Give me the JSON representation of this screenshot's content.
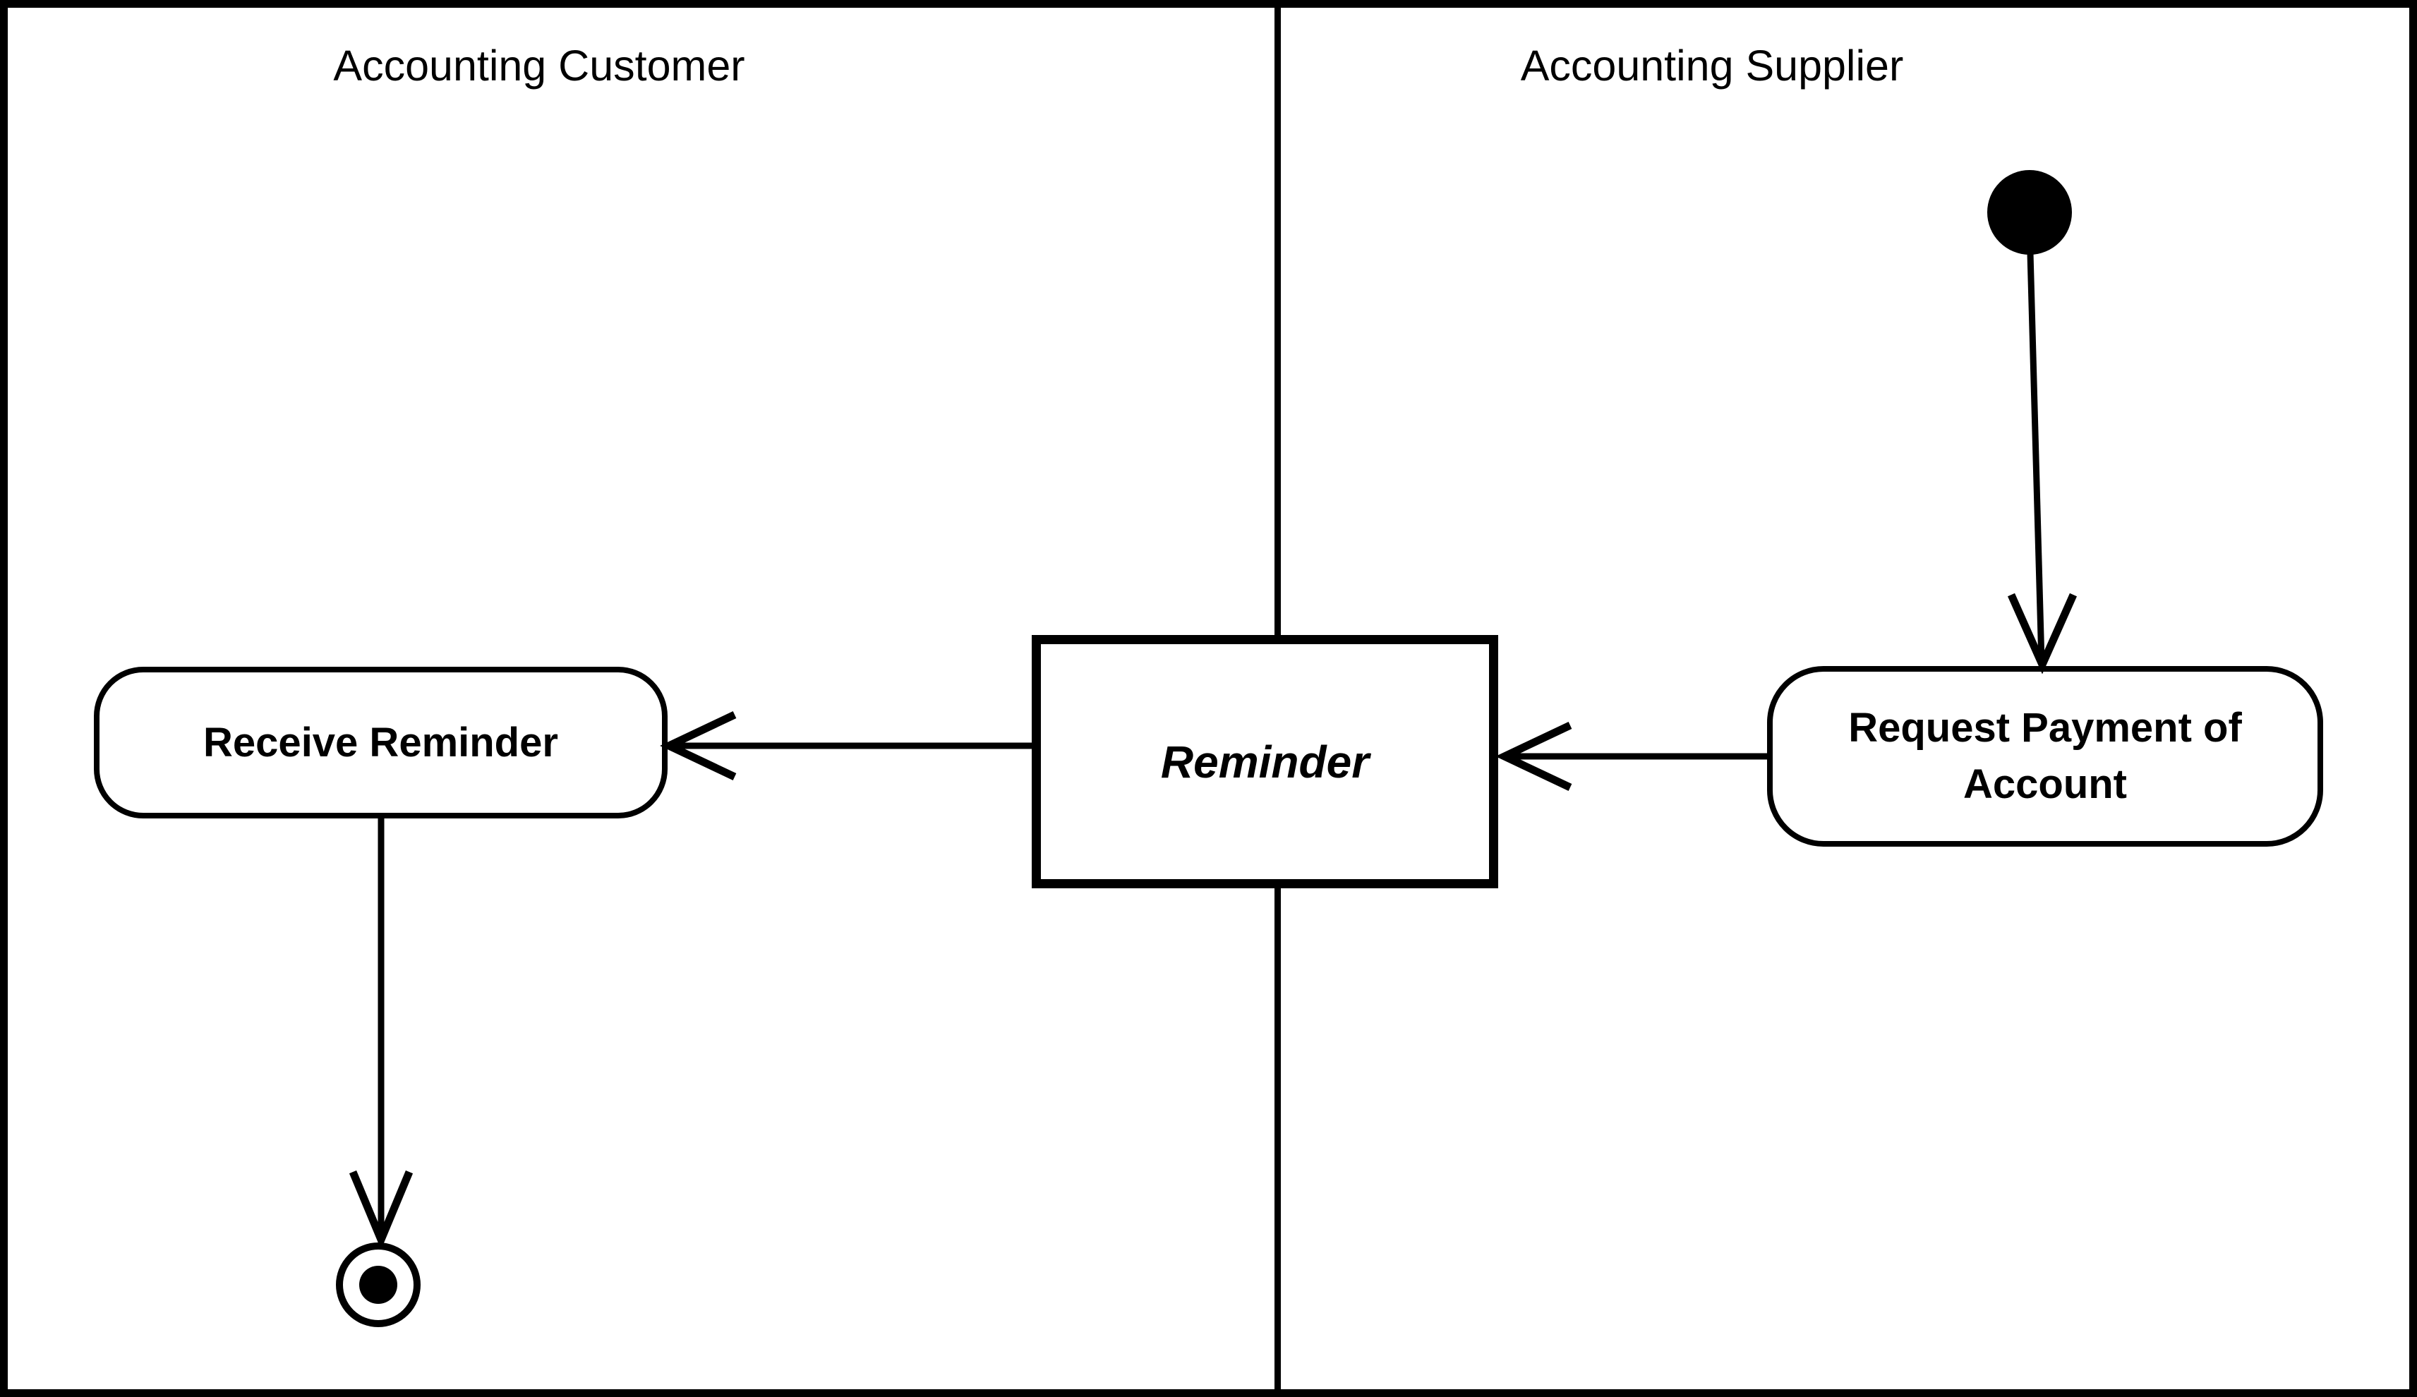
{
  "diagram": {
    "kind": "uml-activity-diagram-with-swimlanes",
    "colors": {
      "stroke": "#000000",
      "background": "#ffffff"
    },
    "lanes": [
      {
        "title": "Accounting Customer"
      },
      {
        "title": "Accounting Supplier"
      }
    ],
    "nodes": {
      "initial": {
        "kind": "initial-node",
        "lane": "Accounting Supplier"
      },
      "request_payment": {
        "kind": "action",
        "label": "Request Payment of Account",
        "lane": "Accounting Supplier"
      },
      "reminder": {
        "kind": "object",
        "label": "Reminder",
        "lane": "spans-both-lanes"
      },
      "receive_reminder": {
        "kind": "action",
        "label": "Receive Reminder",
        "lane": "Accounting Customer"
      },
      "final": {
        "kind": "final-node",
        "lane": "Accounting Customer"
      }
    },
    "edges": [
      {
        "from": "initial",
        "to": "request_payment"
      },
      {
        "from": "request_payment",
        "to": "reminder"
      },
      {
        "from": "reminder",
        "to": "receive_reminder"
      },
      {
        "from": "receive_reminder",
        "to": "final"
      }
    ]
  }
}
